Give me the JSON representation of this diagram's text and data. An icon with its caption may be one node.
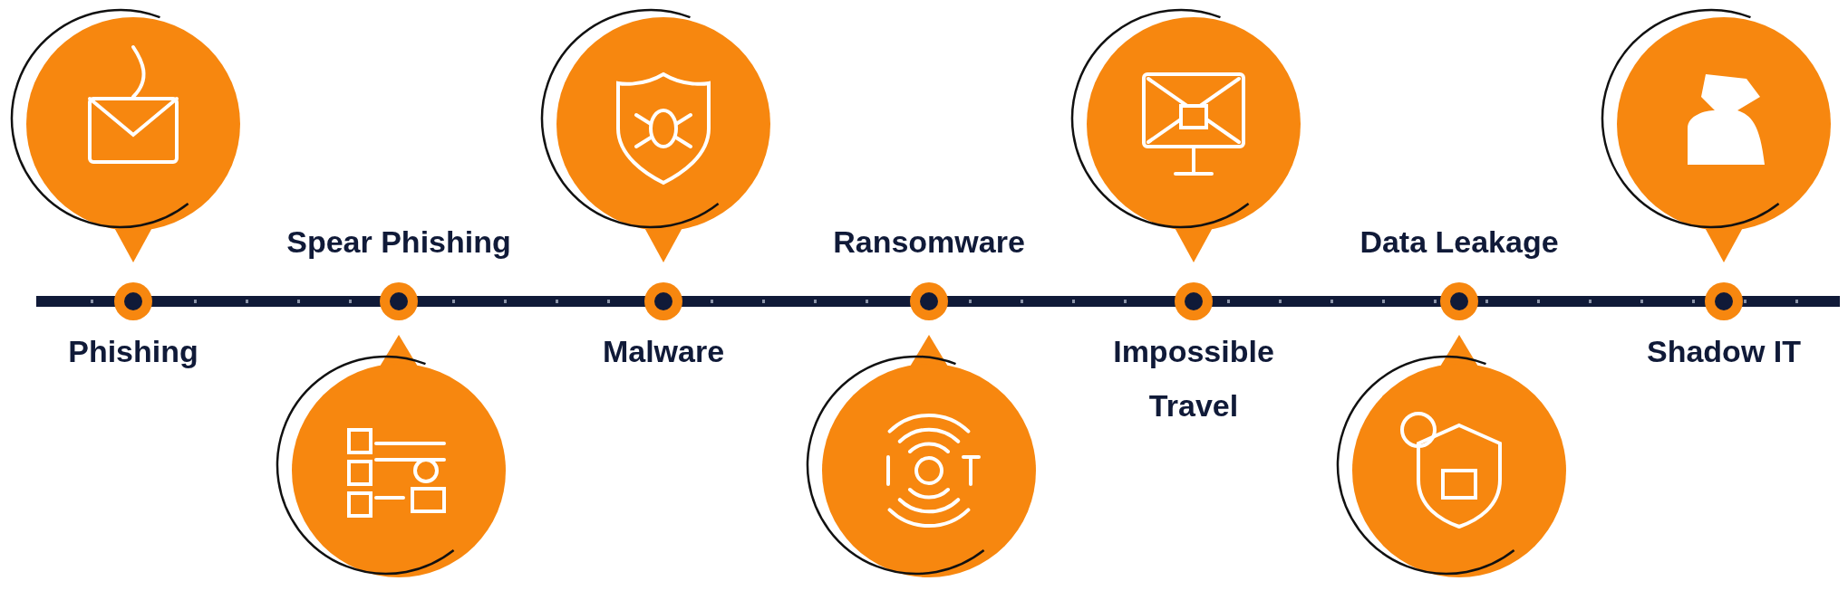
{
  "diagram": {
    "nodes": [
      {
        "text": [
          "Phishing"
        ]
      },
      {
        "text": [
          "Spear Phishing"
        ]
      },
      {
        "text": [
          "Malware"
        ]
      },
      {
        "text": [
          "Ransomware"
        ]
      },
      {
        "text": [
          "Impossible Travel"
        ]
      },
      {
        "text": [
          "Data Leakage"
        ]
      },
      {
        "text": [
          "Shadow IT"
        ]
      }
    ]
  }
}
